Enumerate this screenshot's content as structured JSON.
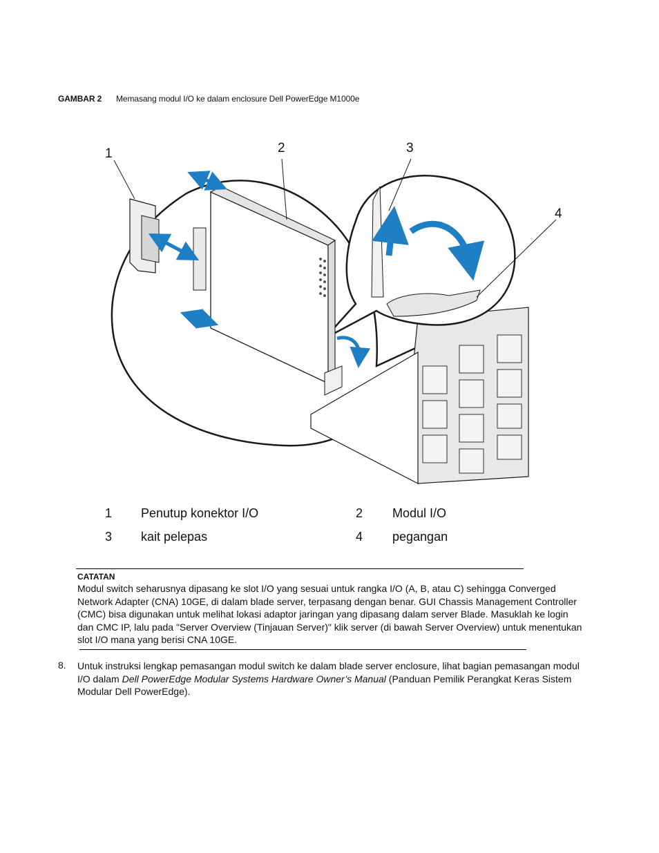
{
  "figure": {
    "label": "GAMBAR 2",
    "caption": "Memasang modul I/O ke dalam enclosure Dell PowerEdge M1000e",
    "callouts": [
      "1",
      "2",
      "3",
      "4"
    ]
  },
  "legend": [
    {
      "num": "1",
      "label": "Penutup konektor I/O"
    },
    {
      "num": "2",
      "label": "Modul I/O"
    },
    {
      "num": "3",
      "label": "kait pelepas"
    },
    {
      "num": "4",
      "label": "pegangan"
    }
  ],
  "note": {
    "title": "CATATAN",
    "body": "Modul switch seharusnya dipasang ke slot I/O yang sesuai untuk rangka I/O (A, B, atau C) sehingga Converged Network Adapter (CNA) 10GE, di dalam blade server, terpasang dengan benar. GUI Chassis Management Controller (CMC) bisa digunakan untuk melihat lokasi adaptor jaringan yang dipasang dalam server Blade. Masuklah ke login dan CMC IP, lalu pada \"Server Overview (Tinjauan Server)\" klik server (di bawah Server Overview) untuk menentukan slot I/O mana yang berisi CNA 10GE."
  },
  "step": {
    "number": "8.",
    "text_before": "Untuk instruksi lengkap pemasangan modul switch ke dalam blade server enclosure, lihat bagian pemasangan modul I/O dalam ",
    "text_italic": "Dell PowerEdge Modular Systems Hardware Owner’s Manual",
    "text_after": " (Panduan Pemilik Perangkat Keras Sistem Modular Dell PowerEdge)."
  },
  "colors": {
    "arrow": "#1f7fc4",
    "line": "#1a1a1a",
    "shade": "#d9d9d9"
  }
}
